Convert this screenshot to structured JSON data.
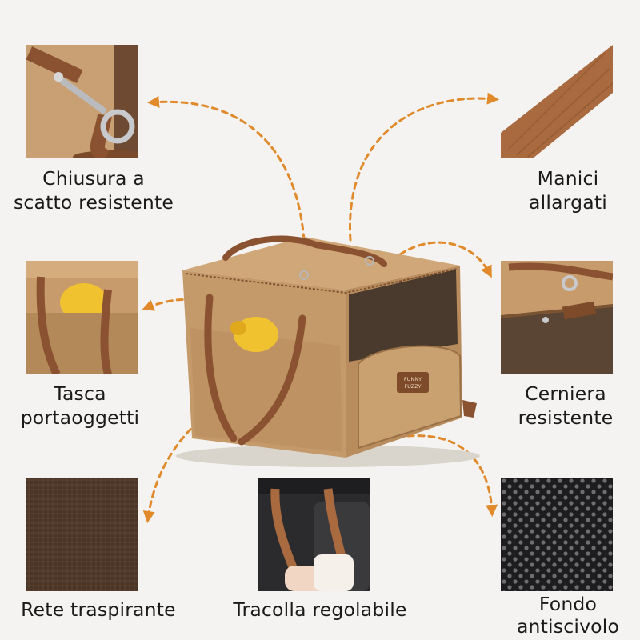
{
  "features": [
    {
      "id": "snap",
      "lines": [
        "Chiusura a",
        "scatto resistente"
      ],
      "icon": "snap-hook-icon"
    },
    {
      "id": "handles",
      "lines": [
        "Manici",
        "allargati"
      ],
      "icon": "wide-handle-icon"
    },
    {
      "id": "pocket",
      "lines": [
        "Tasca",
        "portaoggetti"
      ],
      "icon": "side-pocket-icon"
    },
    {
      "id": "zipper",
      "lines": [
        "Cerniera",
        "resistente"
      ],
      "icon": "zipper-icon"
    },
    {
      "id": "mesh",
      "lines": [
        "Rete traspirante"
      ],
      "icon": "mesh-icon"
    },
    {
      "id": "strap",
      "lines": [
        "Tracolla regolabile"
      ],
      "icon": "car-seat-strap-icon"
    },
    {
      "id": "bottom",
      "lines": [
        "Fondo",
        "antiscivolo"
      ],
      "icon": "non-slip-bottom-icon"
    }
  ],
  "brand_label": [
    "FUNNY",
    "FUZZY"
  ],
  "colors": {
    "background": "#f4f3f1",
    "arrow": "#e08a2c",
    "leather": "#8a5230",
    "kraft": "#c49a6c",
    "mesh": "#4a3a2e",
    "text": "#1a1a1a"
  }
}
